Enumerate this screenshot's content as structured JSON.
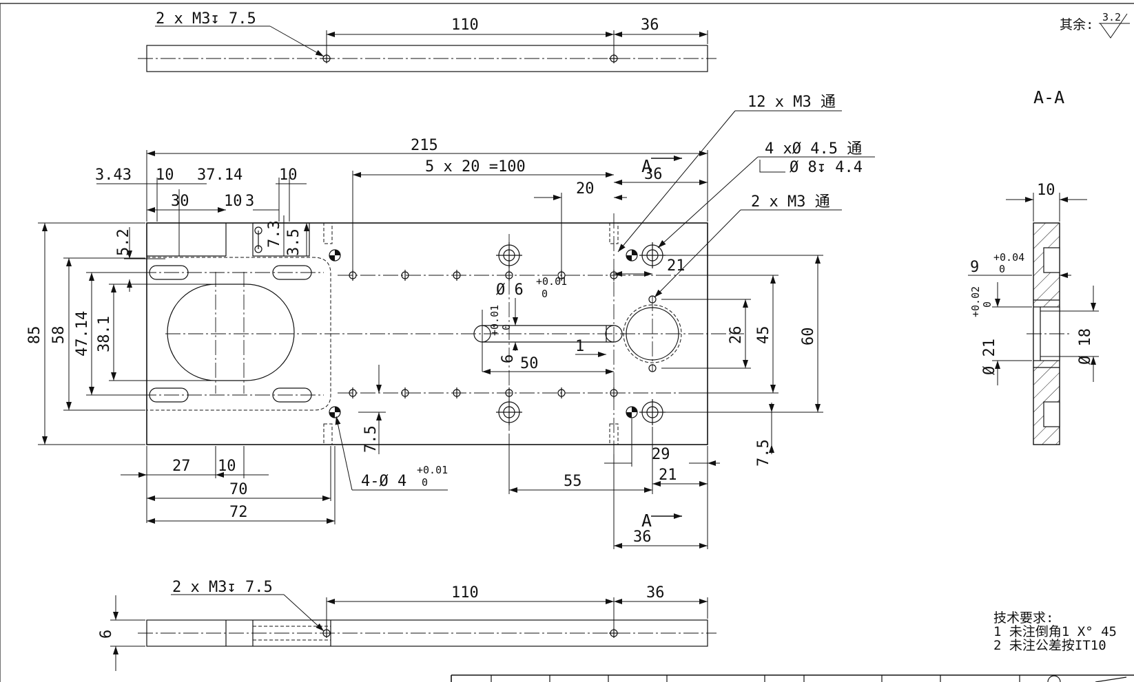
{
  "top_view": {
    "thread_callout": "2 x M3↧ 7.5",
    "dim_110": "110",
    "dim_36": "36"
  },
  "bottom_view": {
    "thread_callout": "2 x M3↧ 7.5",
    "dim_110": "110",
    "dim_36": "36",
    "dim_thickness": "6"
  },
  "main_view": {
    "overall_width": "215",
    "overall_height": "85",
    "pitch_callout": "5 x 20 =100",
    "dims": {
      "d3_43": "3.43",
      "d10a": "10",
      "d37_14": "37.14",
      "d10b": "10",
      "d30": "30",
      "d10c": "10",
      "d3": "3",
      "d5_2": "5.2",
      "d7_3": "7.3",
      "d3_5": "3.5",
      "d58": "58",
      "d47_14": "47.14",
      "d38_1": "38.1",
      "d20": "20",
      "d36_top": "36",
      "d21_right": "21",
      "d26": "26",
      "d45": "45",
      "d60": "60",
      "d6": "6",
      "d50": "50",
      "d1": "1",
      "d7_5_left": "7.5",
      "d7_5_right": "7.5",
      "d27": "27",
      "d10_bottom": "10",
      "d70": "70",
      "d72": "72",
      "d55": "55",
      "d29": "29",
      "d21_bottom": "21",
      "d36_bottom": "36"
    },
    "hole_phi6": "Ø 6",
    "tol_phi6_upper": "+0.01",
    "tol_phi6_lower": "0",
    "tol_slot_upper": "+0.01",
    "tol_slot_lower": "0",
    "pin_callout": "4-Ø 4",
    "pin_tol_upper": "+0.01",
    "pin_tol_lower": "0",
    "callout_12xm3": "12 x M3 通",
    "callout_4x45": "4 xØ  4.5 通",
    "callout_cbore": "Ø  8↧ 4.4",
    "callout_2xm3": "2 x M3 通",
    "section_mark": "A"
  },
  "section_view": {
    "title": "A-A",
    "dim_10": "10",
    "dim_9": "9",
    "tol_9_upper": "+0.04",
    "tol_9_lower": "0",
    "dim_phi21": "Ø 21",
    "tol_21_upper": "+0.02",
    "tol_21_lower": "0",
    "dim_phi18": "Ø 18"
  },
  "roughness": {
    "label": "其余:",
    "value": "3.2"
  },
  "notes": {
    "heading": "技术要求:",
    "line1": "1 未注倒角1 X° 45",
    "line2": "2 未注公差按IT10"
  }
}
